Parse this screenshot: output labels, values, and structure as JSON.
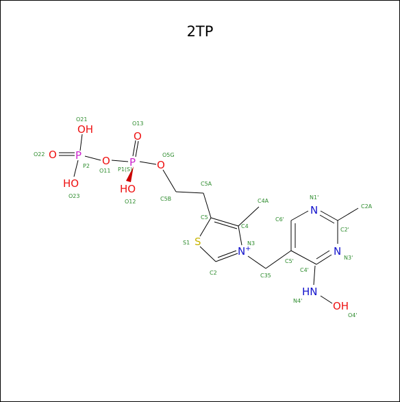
{
  "title": "2TP",
  "colors": {
    "oxygen": "#ee1111",
    "phosphorus": "#cc22cc",
    "nitrogen": "#1111cc",
    "sulfur": "#c8b400",
    "carbon": "#000000",
    "atom_label": "#2a8a2a"
  },
  "atoms": {
    "o21": "OH",
    "o22": "O",
    "p2": "P",
    "o23": "HO",
    "o11": "O",
    "o13": "O",
    "p1": "P",
    "o12": "HO",
    "o5g": "O",
    "s1": "S",
    "n3": "N",
    "n3_charge": "+",
    "n1p": "N",
    "n3p": "N",
    "n4p": "HN",
    "o4p": "OH"
  },
  "labels": {
    "o21": "O21",
    "o22": "O22",
    "p2": "P2",
    "o23": "O23",
    "o11": "O11",
    "o13": "O13",
    "p1": "P1(S)",
    "o12": "O12",
    "o5g": "O5G",
    "c5a": "C5A",
    "c5b": "C5B",
    "c4a": "C4A",
    "c5": "C5",
    "c4": "C4",
    "s1": "S1",
    "n3": "N3",
    "c2": "C2",
    "c35": "C35",
    "n1p": "N1'",
    "c2a": "C2A",
    "c6p": "C6'",
    "c2p": "C2'",
    "n3p": "N3'",
    "c5p": "C5'",
    "c4p": "C4'",
    "n4p": "N4'",
    "o4p": "O4'"
  }
}
